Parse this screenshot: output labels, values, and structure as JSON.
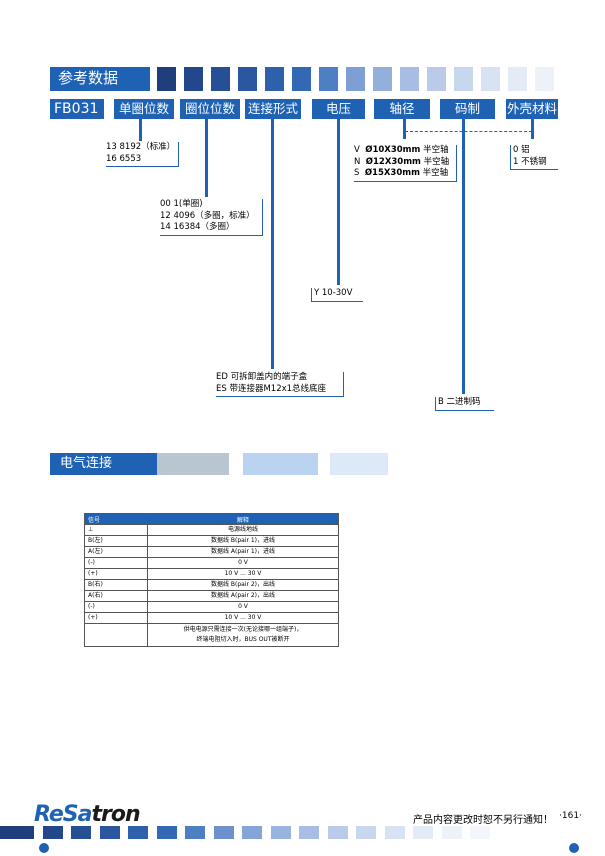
{
  "section1": {
    "title": "参考数据"
  },
  "code": {
    "model": "FB031",
    "fields": [
      "单圈位数",
      "圈位位数",
      "连接形式",
      "电压",
      "轴径",
      "码制",
      "外壳材料"
    ]
  },
  "options": {
    "single_turn": [
      "13  8192（标准）",
      "16  6553"
    ],
    "multi_turn": [
      "00  1(单圈)",
      "12  4096（多圈，标准）",
      "14  16384（多圈）"
    ],
    "voltage": [
      "Y  10-30V"
    ],
    "connection": [
      "ED  可拆卸盖内的端子盒",
      "ES  带连接器M12x1总线底座"
    ],
    "shaft": [
      {
        "code": "V",
        "size": "Ø10X30mm",
        "desc": "半空轴"
      },
      {
        "code": "N",
        "size": "Ø12X30mm",
        "desc": "半空轴"
      },
      {
        "code": "S",
        "size": "Ø15X30mm",
        "desc": "半空轴"
      }
    ],
    "code_type": [
      "B  二进制码"
    ],
    "housing": [
      "0  铝",
      "1  不锈钢"
    ]
  },
  "section2": {
    "title": "电气连接"
  },
  "table": {
    "headers": [
      "信号",
      "解释"
    ],
    "rows": [
      [
        "⊥",
        "电源线地线"
      ],
      [
        "B(左)",
        "数据线 B(pair 1)，进线"
      ],
      [
        "A(左)",
        "数据线 A(pair 1)，进线"
      ],
      [
        "(-)",
        "0 V"
      ],
      [
        "(+)",
        "10 V ... 30 V"
      ],
      [
        "B(右)",
        "数据线 B(pair 2)，出线"
      ],
      [
        "A(右)",
        "数据线 A(pair 2)，出线"
      ],
      [
        "(-)",
        "0 V"
      ],
      [
        "(+)",
        "10 V ... 30 V"
      ]
    ],
    "note_line1": "供电电源只需连接一次(无论接哪一组端子)，",
    "note_line2": "终端电阻切入时，BUS OUT被断开"
  },
  "footer": {
    "brand_part1": "ReSa",
    "brand_part2": "tron",
    "notice": "产品内容更改时恕不另行通知！",
    "page": "·161·"
  },
  "colors": {
    "primary": "#1f62b4",
    "light": "#a9bde4"
  }
}
